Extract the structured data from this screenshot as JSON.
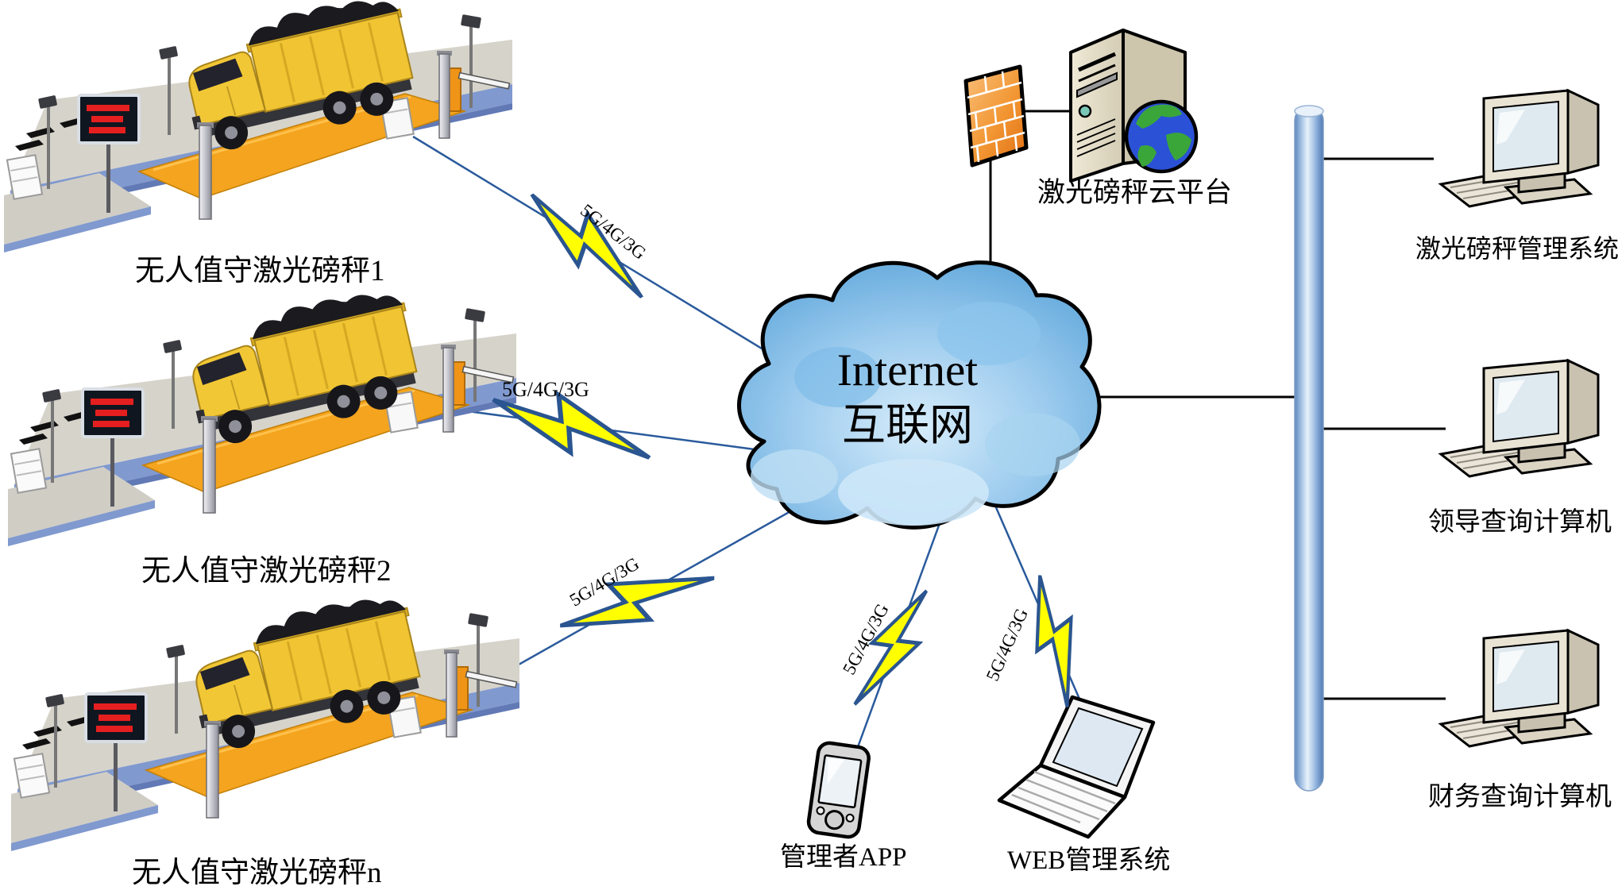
{
  "stations": [
    {
      "label": "无人值守激光磅秤1",
      "link_label": "5G/4G/3G"
    },
    {
      "label": "无人值守激光磅秤2",
      "link_label": "5G/4G/3G"
    },
    {
      "label": "无人值守激光磅秤n",
      "link_label": "5G/4G/3G"
    }
  ],
  "cloud": {
    "title": "Internet",
    "subtitle": "互联网"
  },
  "cloud_platform": {
    "label": "激光磅秤云平台"
  },
  "terminals": [
    {
      "label": "激光磅秤管理系统"
    },
    {
      "label": "领导查询计算机"
    },
    {
      "label": "财务查询计算机"
    }
  ],
  "mobile": {
    "label": "管理者APP",
    "link_label": "5G/4G/3G"
  },
  "web": {
    "label": "WEB管理系统",
    "link_label": "5G/4G/3G"
  },
  "colors": {
    "lightning_fill": "#ffff00",
    "lightning_outline": "#2a5590",
    "cellular_line": "#2a5a9c",
    "wired_line": "#000000",
    "cloud_blue": "#66abdd",
    "deck_orange": "#f4a41e",
    "truck_yellow": "#f0c432",
    "platform_edge_blue": "#8099cf",
    "firewall_orange": "#ea7e1c",
    "backbone_blue": "#6a93cc"
  }
}
